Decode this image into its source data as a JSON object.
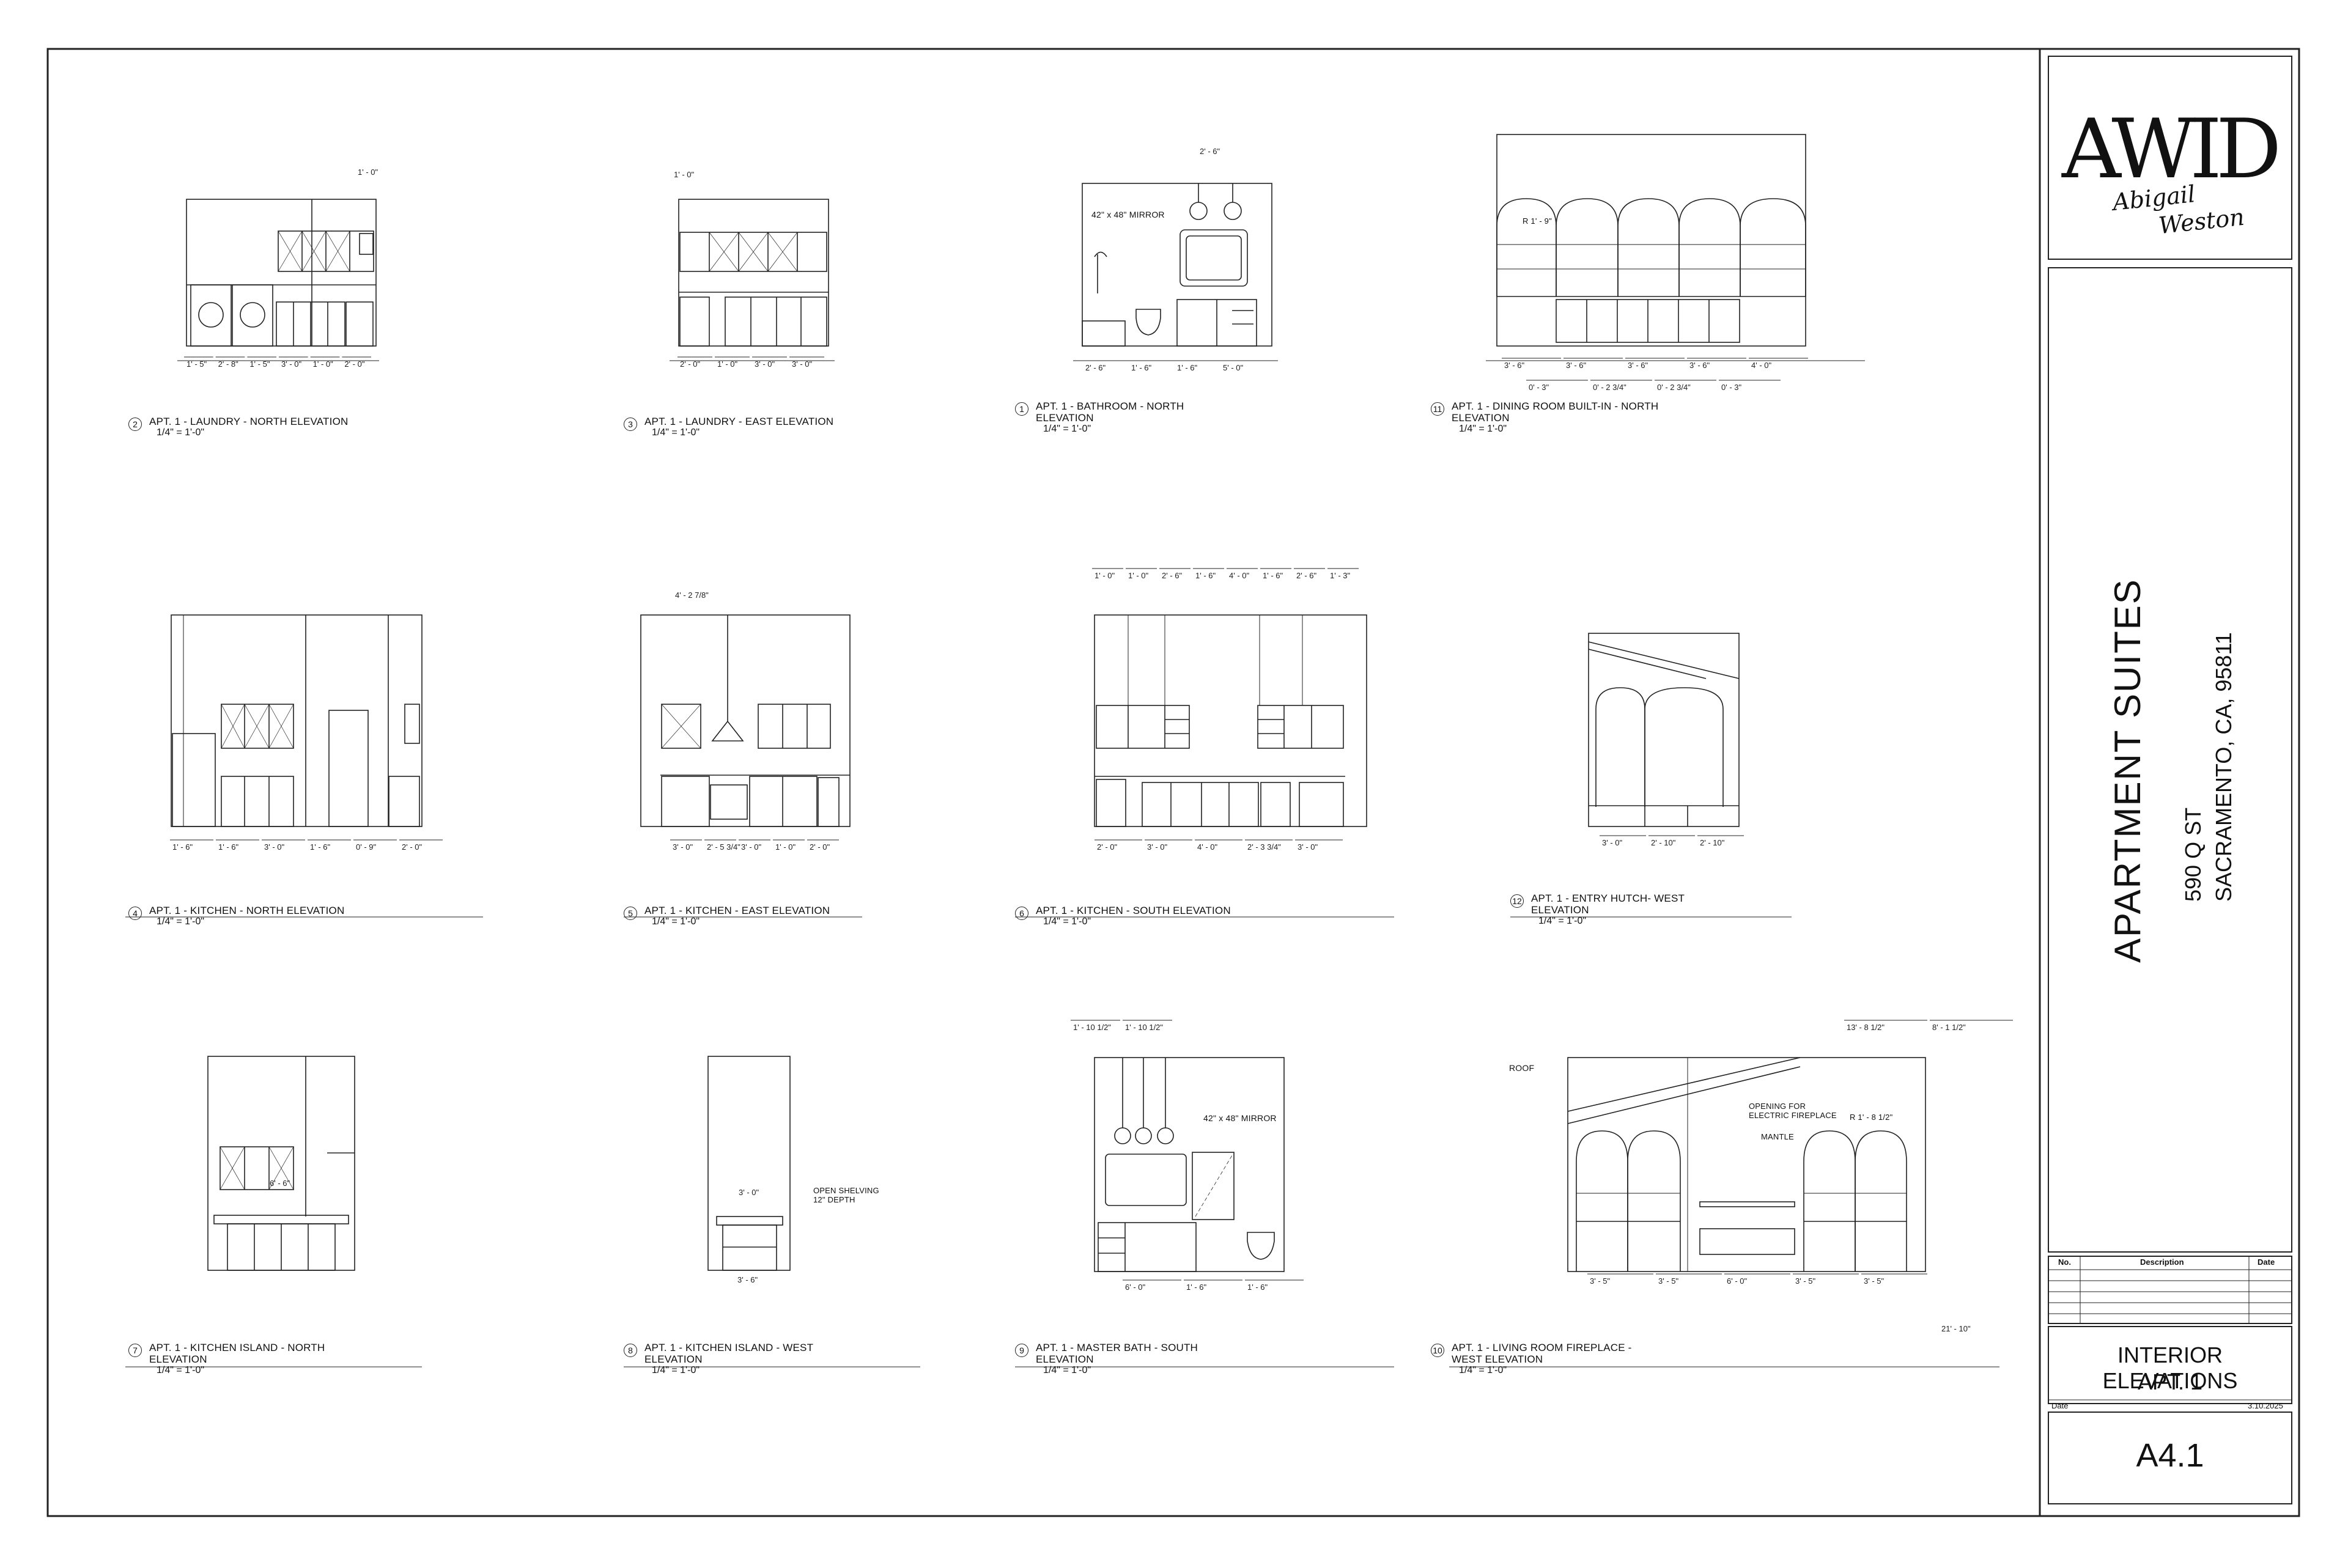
{
  "drawings": [
    {
      "num": "2",
      "title": "APT. 1 - LAUNDRY - NORTH ELEVATION",
      "title2": "",
      "scale": "1/4\" = 1'-0\""
    },
    {
      "num": "3",
      "title": "APT. 1 - LAUNDRY - EAST ELEVATION",
      "title2": "",
      "scale": "1/4\" = 1'-0\""
    },
    {
      "num": "1",
      "title": "APT. 1 - BATHROOM - NORTH",
      "title2": "ELEVATION",
      "scale": "1/4\" = 1'-0\""
    },
    {
      "num": "11",
      "title": "APT. 1 - DINING ROOM BUILT-IN - NORTH",
      "title2": "ELEVATION",
      "scale": "1/4\" = 1'-0\""
    },
    {
      "num": "4",
      "title": "APT. 1 - KITCHEN - NORTH ELEVATION",
      "title2": "",
      "scale": "1/4\" = 1'-0\""
    },
    {
      "num": "5",
      "title": "APT. 1 - KITCHEN - EAST ELEVATION",
      "title2": "",
      "scale": "1/4\" = 1'-0\""
    },
    {
      "num": "6",
      "title": "APT. 1 - KITCHEN - SOUTH ELEVATION",
      "title2": "",
      "scale": "1/4\" = 1'-0\""
    },
    {
      "num": "12",
      "title": "APT. 1 - ENTRY HUTCH- WEST",
      "title2": "ELEVATION",
      "scale": "1/4\" = 1'-0\""
    },
    {
      "num": "7",
      "title": "APT. 1 - KITCHEN ISLAND - NORTH",
      "title2": "ELEVATION",
      "scale": "1/4\" = 1'-0\""
    },
    {
      "num": "8",
      "title": "APT. 1 - KITCHEN ISLAND - WEST",
      "title2": "ELEVATION",
      "scale": "1/4\" = 1'-0\""
    },
    {
      "num": "9",
      "title": "APT. 1 - MASTER BATH - SOUTH",
      "title2": "ELEVATION",
      "scale": "1/4\" = 1'-0\""
    },
    {
      "num": "10",
      "title": "APT. 1 - LIVING ROOM FIREPLACE -",
      "title2": "WEST ELEVATION",
      "scale": "1/4\" = 1'-0\""
    }
  ],
  "annotations": {
    "mirror_1": "42\" x 48\" MIRROR",
    "mirror_9": "42\" x 48\" MIRROR",
    "open_shelving": "OPEN SHELVING",
    "shelf_depth": "12\" DEPTH",
    "roof": "ROOF",
    "opening_1": "OPENING FOR",
    "opening_2": "ELECTRIC FIREPLACE",
    "mantle": "MANTLE",
    "radius_10": "R 1' - 8 1/2\"",
    "radius_11": "R 1' - 9\""
  },
  "dims": {
    "d2_top": "1' - 0\"",
    "d2_bottom": [
      "1' - 5\"",
      "2' - 8\"",
      "1' - 5\"",
      "3' - 0\"",
      "1' - 0\"",
      "2' - 0\""
    ],
    "d3_top": "1' - 0\"",
    "d3_bottom": [
      "2' - 0\"",
      "1' - 0\"",
      "3' - 0\"",
      "3' - 0\""
    ],
    "d1_top": "2' - 6\"",
    "d1_bottom": [
      "2' - 6\"",
      "1' - 6\"",
      "1' - 6\"",
      "5' - 0\""
    ],
    "d11_bottom": [
      "3' - 6\"",
      "3' - 6\"",
      "3' - 6\"",
      "3' - 6\"",
      "4' - 0\""
    ],
    "d11_sub": [
      "0' - 3\"",
      "0' - 2 3/4\"",
      "0' - 2 3/4\"",
      "0' - 3\""
    ],
    "d4_bottom": [
      "1' - 6\"",
      "1' - 6\"",
      "3' - 0\"",
      "1' - 6\"",
      "0' - 9\"",
      "2' - 0\""
    ],
    "d5_top": "4' - 2 7/8\"",
    "d5_bottom": [
      "3' - 0\"",
      "2' - 5 3/4\"",
      "3' - 0\"",
      "1' - 0\"",
      "2' - 0\""
    ],
    "d6_top": [
      "1' - 0\"",
      "1' - 0\"",
      "2' - 6\"",
      "1' - 6\"",
      "4' - 0\"",
      "1' - 6\"",
      "2' - 6\"",
      "1' - 3\""
    ],
    "d6_bottom": [
      "2' - 0\"",
      "3' - 0\"",
      "4' - 0\"",
      "2' - 3 3/4\"",
      "3' - 0\""
    ],
    "d12_bottom": [
      "3' - 0\"",
      "2' - 10\"",
      "2' - 10\""
    ],
    "d7_top": "6' - 6\"",
    "d8_top": "3' - 0\"",
    "d8_bottom": "3' - 6\"",
    "d9_top": [
      "1' - 10 1/2\"",
      "1' - 10 1/2\""
    ],
    "d9_bottom": [
      "6' - 0\"",
      "1' - 6\"",
      "1' - 6\""
    ],
    "d10_top": [
      "13' - 8 1/2\"",
      "8' - 1 1/2\""
    ],
    "d10_bottom": [
      "3' - 5\"",
      "3' - 5\"",
      "6' - 0\"",
      "3' - 5\"",
      "3' - 5\""
    ],
    "d10_total": "21' - 10\""
  },
  "title_block": {
    "logo": "AWID",
    "signature_1": "Abigail",
    "signature_2": "Weston",
    "project_name": "APARTMENT SUITES",
    "address_1": "590 Q ST",
    "address_2": "SACRAMENTO, CA, 95811",
    "rev_no": "No.",
    "rev_desc": "Description",
    "rev_date": "Date",
    "sheet_title_1": "INTERIOR ELEVATIONS",
    "sheet_title_2": "APT. 1",
    "date_label": "Date",
    "date_value": "3.10.2025",
    "sheet_number": "A4.1"
  }
}
